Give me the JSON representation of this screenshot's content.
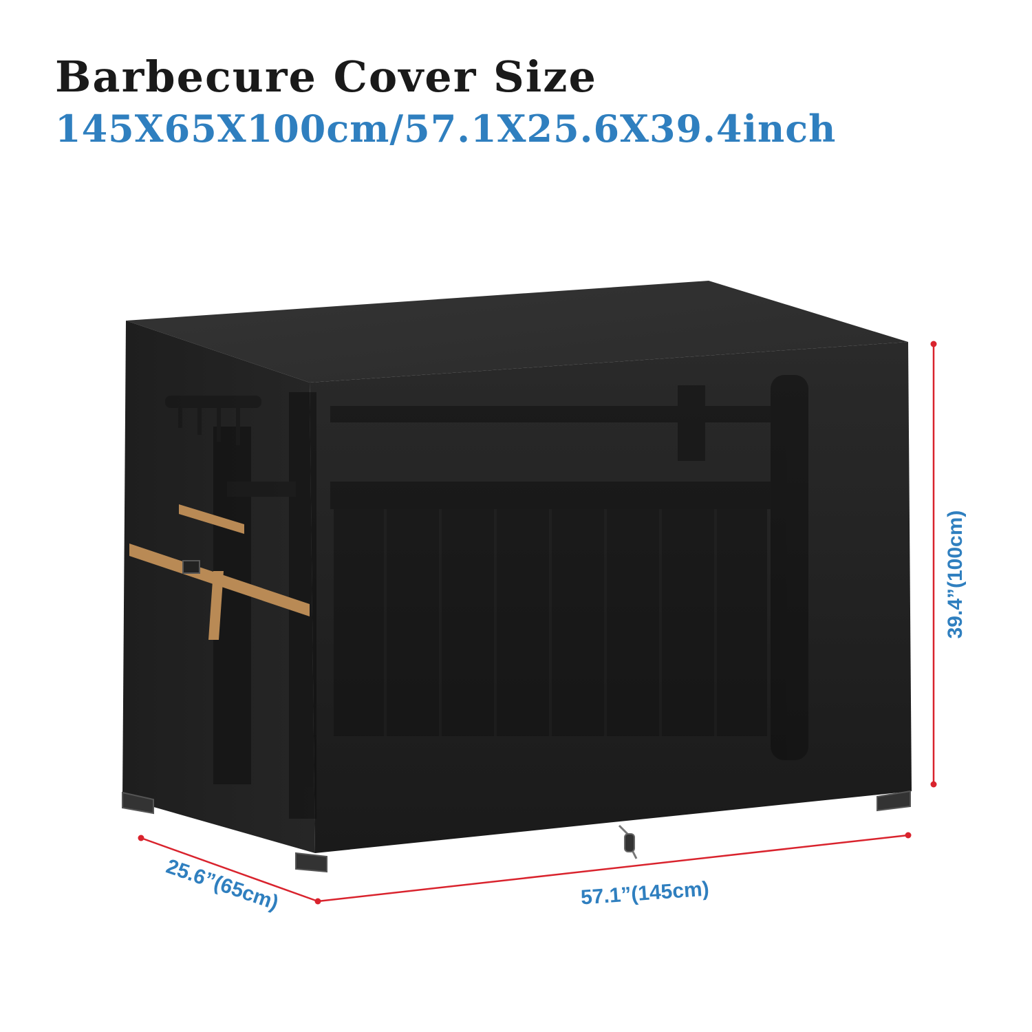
{
  "heading": {
    "title": "Barbecure Cover Size",
    "subtitle": "145X65X100cm/57.1X25.6X39.4inch"
  },
  "dimensions": {
    "height_label": "39.4”(100cm)",
    "depth_label": "25.6”(65cm)",
    "width_label": "57.1”(145cm)"
  },
  "colors": {
    "title": "#1a1a1a",
    "subtitle": "#2f7fbf",
    "dimension_line": "#d9232d",
    "dimension_text": "#2f7fbf",
    "cover": "#1c1c1c",
    "strap": "#b98a55"
  }
}
